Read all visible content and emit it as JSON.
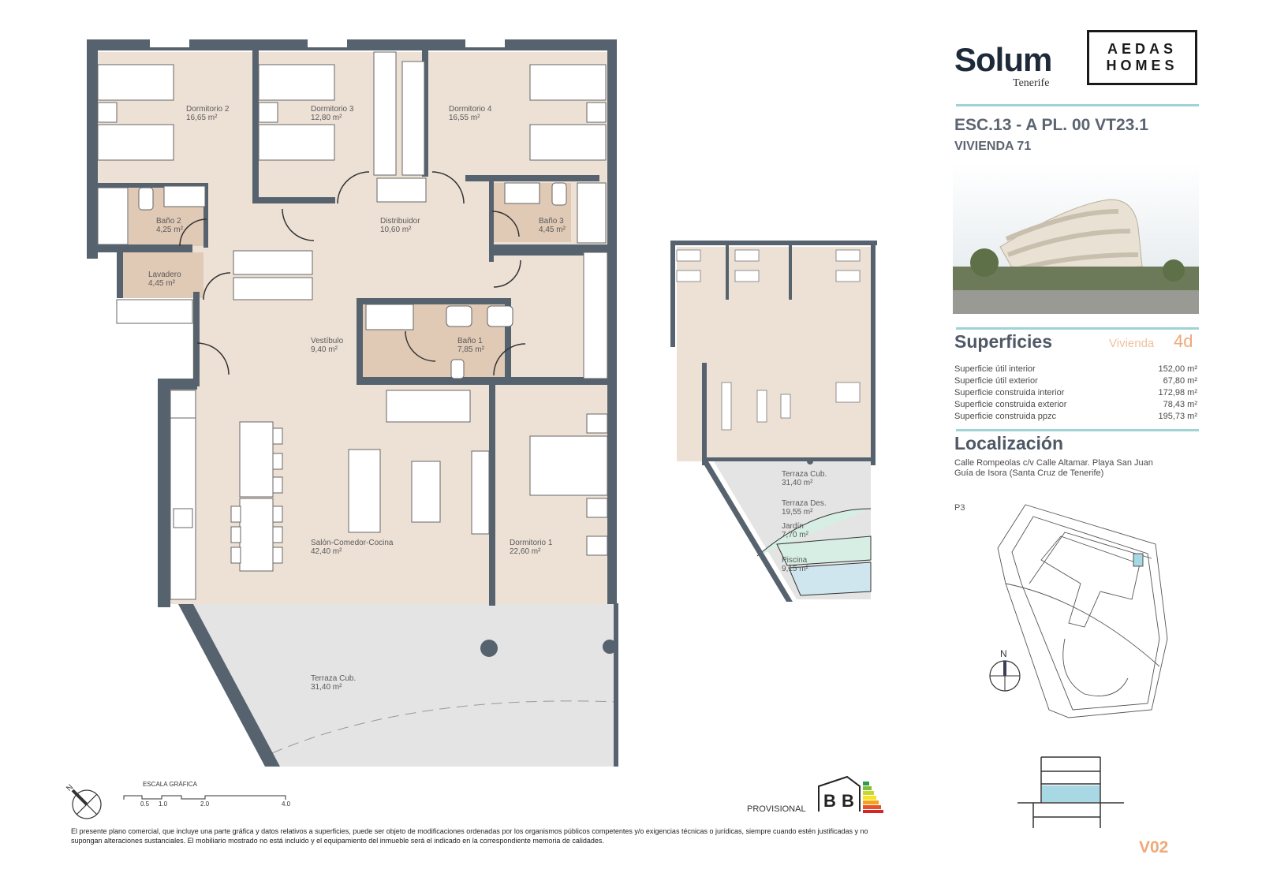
{
  "header": {
    "brand": "Solum",
    "brand_sub": "Tenerife",
    "company_line1": "AEDAS",
    "company_line2": "HOMES",
    "unit_code": "ESC.13 - A  PL. 00 VT23.1",
    "unit_name": "VIVIENDA 71"
  },
  "surfaces": {
    "title": "Superficies",
    "type_label": "Vivienda",
    "type_value": "4d",
    "rows": [
      {
        "label": "Superficie útil interior",
        "value": "152,00 m²"
      },
      {
        "label": "Superficie útil exterior",
        "value": "67,80 m²"
      },
      {
        "label": "Superficie construida interior",
        "value": "172,98 m²"
      },
      {
        "label": "Superficie construida exterior",
        "value": "78,43 m²"
      },
      {
        "label": "Superficie construida ppzc",
        "value": "195,73 m²"
      }
    ]
  },
  "location": {
    "title": "Localización",
    "line1": "Calle Rompeolas c/v Calle Altamar. Playa San Juan",
    "line2": "Guía de Isora (Santa Cruz de Tenerife)",
    "site_label": "P3",
    "north_label": "N"
  },
  "plan": {
    "rooms": [
      {
        "name": "Dormitorio 2",
        "area": "16,65 m²"
      },
      {
        "name": "Dormitorio 3",
        "area": "12,80 m²"
      },
      {
        "name": "Dormitorio 4",
        "area": "16,55 m²"
      },
      {
        "name": "Baño 2",
        "area": "4,25 m²"
      },
      {
        "name": "Distribuidor",
        "area": "10,60 m²"
      },
      {
        "name": "Baño 3",
        "area": "4,45 m²"
      },
      {
        "name": "Lavadero",
        "area": "4,45 m²"
      },
      {
        "name": "Vestíbulo",
        "area": "9,40 m²"
      },
      {
        "name": "Baño 1",
        "area": "7,85 m²"
      },
      {
        "name": "Salón-Comedor-Cocina",
        "area": "42,40 m²"
      },
      {
        "name": "Dormitorio 1",
        "area": "22,60 m²"
      },
      {
        "name": "Terraza Cub.",
        "area": "31,40 m²"
      }
    ],
    "mini_rooms": [
      {
        "name": "Terraza Cub.",
        "area": "31,40 m²"
      },
      {
        "name": "Terraza Des.",
        "area": "19,55 m²"
      },
      {
        "name": "Jardín",
        "area": "7,70 m²"
      },
      {
        "name": "Piscina",
        "area": "9,15 m²"
      }
    ]
  },
  "scale": {
    "title": "ESCALA GRÁFICA",
    "ticks": [
      "0.5",
      "1.0",
      "2.0",
      "4.0"
    ]
  },
  "energy": {
    "status": "PROVISIONAL",
    "rating1": "B",
    "rating2": "B"
  },
  "footer": {
    "disclaimer": "El presente plano comercial, que incluye una parte gráfica y datos relativos a superficies, puede ser objeto de modificaciones ordenadas por los organismos públicos competentes y/o exigencias técnicas o jurídicas, siempre cuando estén justificadas y no supongan alteraciones sustanciales. El mobiliario mostrado no está incluido y el equipamiento del inmueble será el indicado en la correspondiente memoria de calidades.",
    "version": "V02"
  },
  "colors": {
    "wall": "#56636e",
    "floor": "#ede1d6",
    "bath": "#e0c9b5",
    "terrace": "#e4e4e4",
    "garden": "#d6eee4",
    "pool": "#cfe6ee",
    "teal": "#9fd3d6",
    "accent": "#f0a878"
  }
}
